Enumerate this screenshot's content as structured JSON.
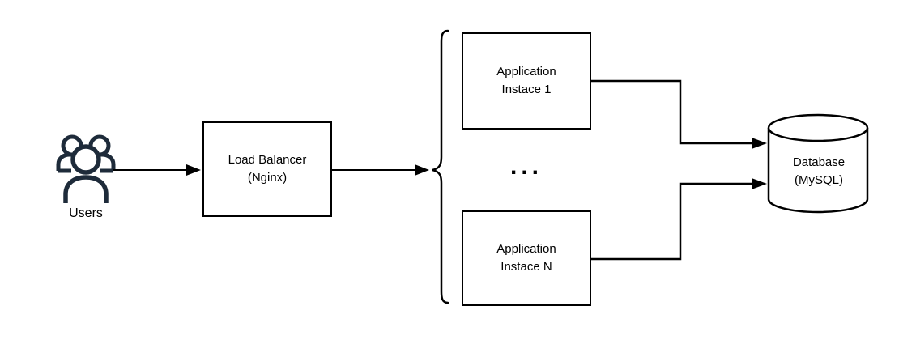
{
  "diagram": {
    "type": "architecture-flow",
    "nodes": {
      "users": {
        "label": "Users",
        "icon": "users-group-icon"
      },
      "load_balancer": {
        "label": "Load Balancer\n(Nginx)",
        "shape": "rectangle"
      },
      "app_instance_1": {
        "label": "Application\nInstace 1",
        "shape": "rectangle"
      },
      "ellipsis": {
        "label": "..."
      },
      "app_instance_n": {
        "label": "Application\nInstace N",
        "shape": "rectangle"
      },
      "database": {
        "label": "Database\n(MySQL)",
        "shape": "cylinder"
      }
    },
    "edges": [
      {
        "from": "users",
        "to": "load_balancer",
        "style": "arrow"
      },
      {
        "from": "load_balancer",
        "to": "brace-fanout",
        "style": "arrow"
      },
      {
        "from": "app_instance_1",
        "to": "database",
        "style": "elbow-arrow"
      },
      {
        "from": "app_instance_n",
        "to": "database",
        "style": "elbow-arrow"
      }
    ],
    "colors": {
      "line": "#000000",
      "node_fill": "#ffffff",
      "node_border": "#000000",
      "users_icon": "#1e2b3a",
      "text": "#000000",
      "background": "#ffffff"
    }
  }
}
